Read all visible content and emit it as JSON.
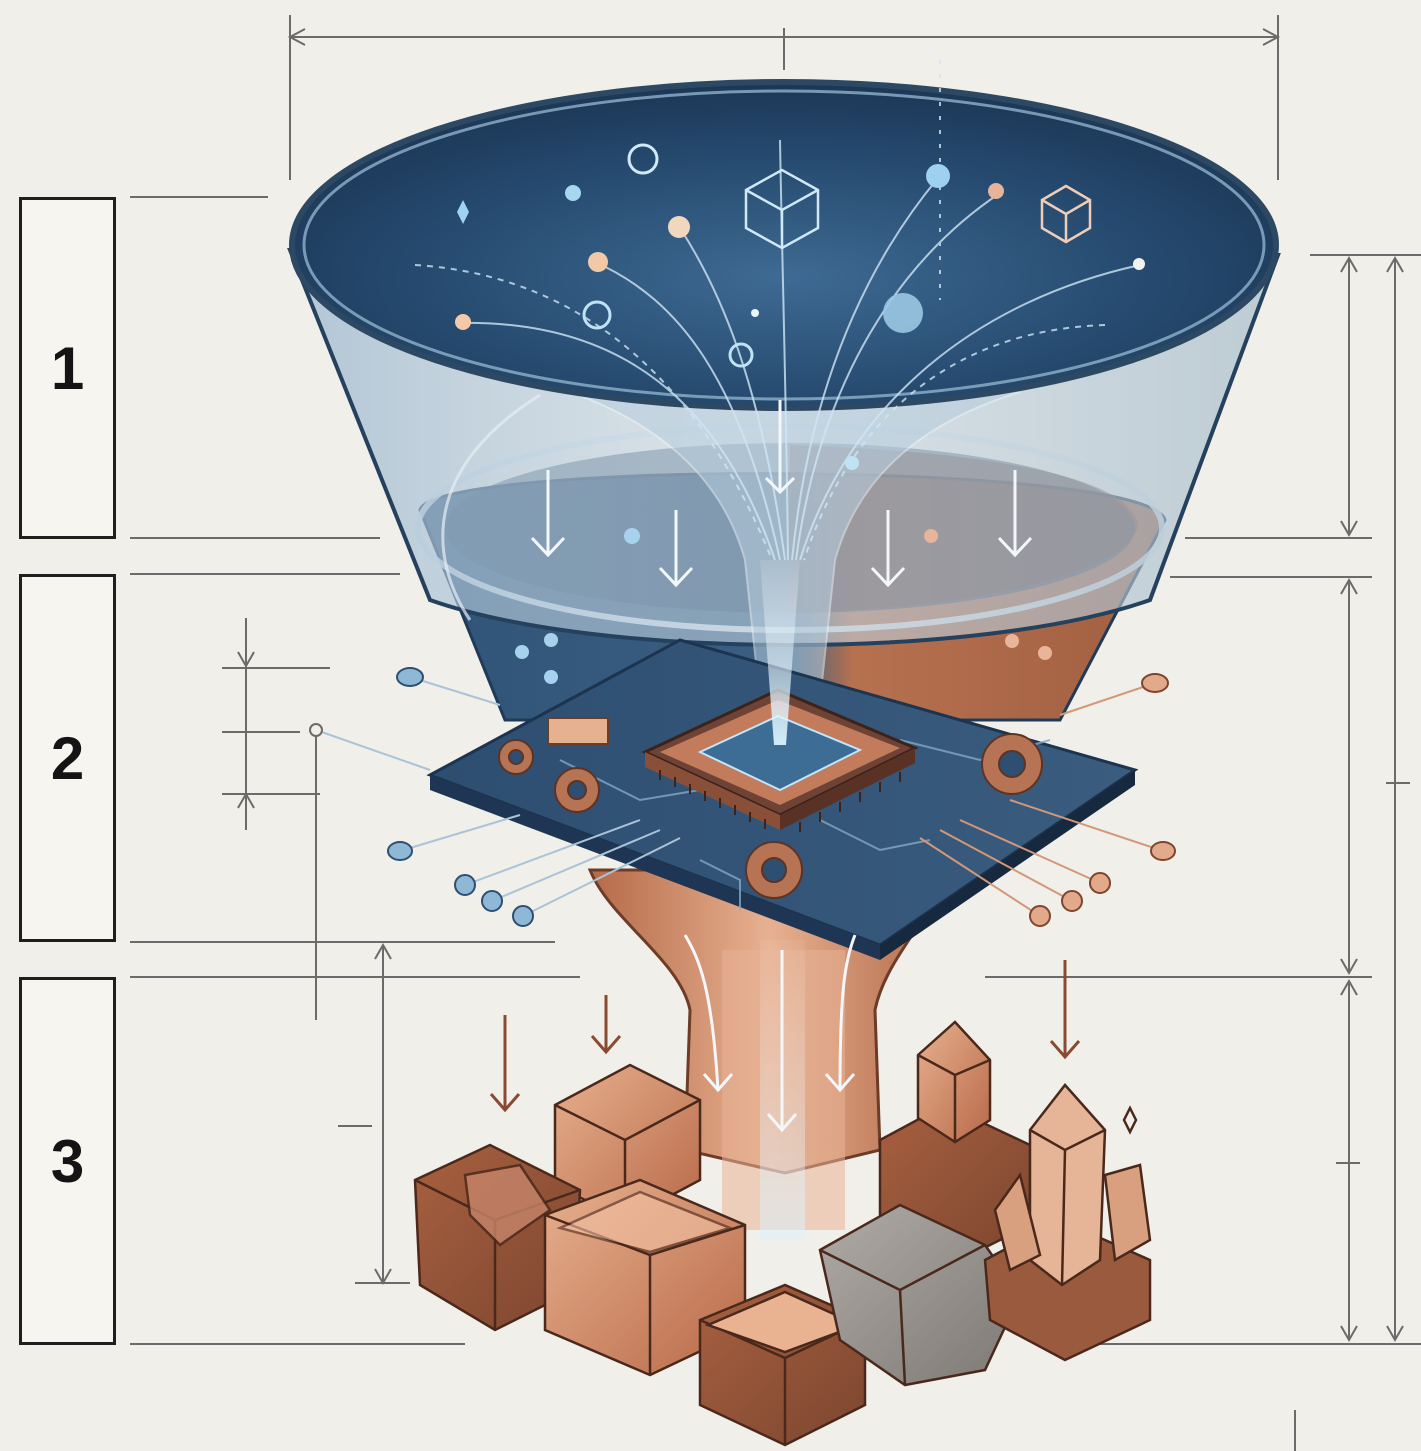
{
  "stages": [
    {
      "number": "1"
    },
    {
      "number": "2"
    },
    {
      "number": "3"
    }
  ],
  "colors": {
    "background": "#f1efe9",
    "digital_blue": "#244565",
    "glass_blue": "#5d84a6",
    "copper": "#b8704f",
    "rock_brown": "#8d5538",
    "stone_grey": "#8b8682",
    "glow": "#bfe6ff",
    "line": "#6f6f6f"
  },
  "icons": [
    "data-node-icon",
    "cube-icon",
    "gear-icon",
    "microchip-icon",
    "crystal-icon",
    "ore-block-icon",
    "down-arrow-icon"
  ]
}
